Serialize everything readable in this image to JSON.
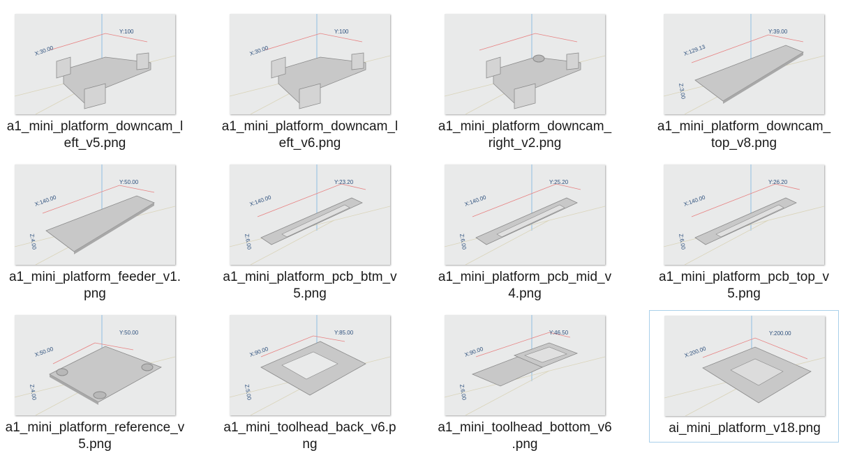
{
  "files": [
    {
      "name_line1": "a1_mini_platform_downcam_l",
      "name_line2": "eft_v5.png",
      "thumb": "downcam_left",
      "dims": [
        "X:30.00",
        "Y:100"
      ],
      "selected": false
    },
    {
      "name_line1": "a1_mini_platform_downcam_l",
      "name_line2": "eft_v6.png",
      "thumb": "downcam_left",
      "dims": [
        "X:30.00",
        "Y:100"
      ],
      "selected": false
    },
    {
      "name_line1": "a1_mini_platform_downcam_",
      "name_line2": "right_v2.png",
      "thumb": "downcam_right",
      "dims": [
        "",
        ""
      ],
      "selected": false
    },
    {
      "name_line1": "a1_mini_platform_downcam_",
      "name_line2": "top_v8.png",
      "thumb": "plate_long",
      "dims": [
        "X:129.13",
        "Y:39.00",
        "Z:3.00"
      ],
      "selected": false
    },
    {
      "name_line1": "a1_mini_platform_feeder_v1.",
      "name_line2": "png",
      "thumb": "plate_long",
      "dims": [
        "X:140.00",
        "Y:50.00",
        "Z:4.00"
      ],
      "selected": false
    },
    {
      "name_line1": "a1_mini_platform_pcb_btm_v",
      "name_line2": "5.png",
      "thumb": "frame_long",
      "dims": [
        "X:140.00",
        "Y:23.20",
        "Z:6.00"
      ],
      "selected": false
    },
    {
      "name_line1": "a1_mini_platform_pcb_mid_v",
      "name_line2": "4.png",
      "thumb": "frame_long",
      "dims": [
        "X:140.00",
        "Y:25.20",
        "Z:6.00"
      ],
      "selected": false
    },
    {
      "name_line1": "a1_mini_platform_pcb_top_v",
      "name_line2": "5.png",
      "thumb": "frame_long",
      "dims": [
        "X:140.00",
        "Y:26.20",
        "Z:6.00"
      ],
      "selected": false
    },
    {
      "name_line1": "a1_mini_platform_reference_v",
      "name_line2": "5.png",
      "thumb": "plate_square",
      "dims": [
        "X:50.00",
        "Y:50.00",
        "Z:4.00"
      ],
      "selected": false
    },
    {
      "name_line1": "a1_mini_toolhead_back_v6.p",
      "name_line2": "ng",
      "thumb": "frame_square",
      "dims": [
        "X:90.00",
        "Y:85.00",
        "Z:5.00"
      ],
      "selected": false
    },
    {
      "name_line1": "a1_mini_toolhead_bottom_v6",
      "name_line2": ".png",
      "thumb": "toolhead_bottom",
      "dims": [
        "X:90.00",
        "Y:46.50",
        "Z:6.00"
      ],
      "selected": false
    },
    {
      "name_line1": "ai_mini_platform_v18.png",
      "name_line2": "",
      "thumb": "platform_big",
      "dims": [
        "X:200.00",
        "Y:200.00"
      ],
      "selected": true
    }
  ],
  "colors": {
    "thumb_bg": "#e9eaea",
    "part_fill": "#c8c8c8",
    "axis_blue": "#8fbde3",
    "dim_red": "#e88080",
    "label_blue": "#2c4f7c",
    "selection_border": "#a9d0ea"
  }
}
